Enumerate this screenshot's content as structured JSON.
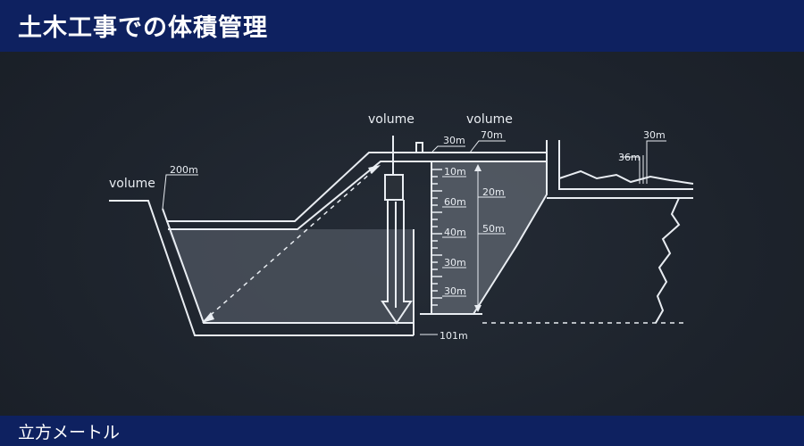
{
  "header": {
    "title": "土木工事での体積管理"
  },
  "footer": {
    "label": "立方メートル"
  },
  "diagram": {
    "labels": {
      "volume_left": "volume",
      "volume_center_left": "volume",
      "volume_center_right": "volume",
      "dim_200m": "200m",
      "dim_30m_top": "30m",
      "dim_70m": "70m",
      "dim_30m_right": "30m",
      "dim_36m": "36m",
      "dim_101m": "101m"
    },
    "scale_ticks": [
      "10m",
      "60m",
      "40m",
      "30m",
      "30m"
    ],
    "right_scale": [
      "20m",
      "50m"
    ]
  },
  "colors": {
    "header_bg": "#0e2160",
    "background": "#1d232c",
    "line": "#e9edf2",
    "fill": "#4a515c"
  }
}
